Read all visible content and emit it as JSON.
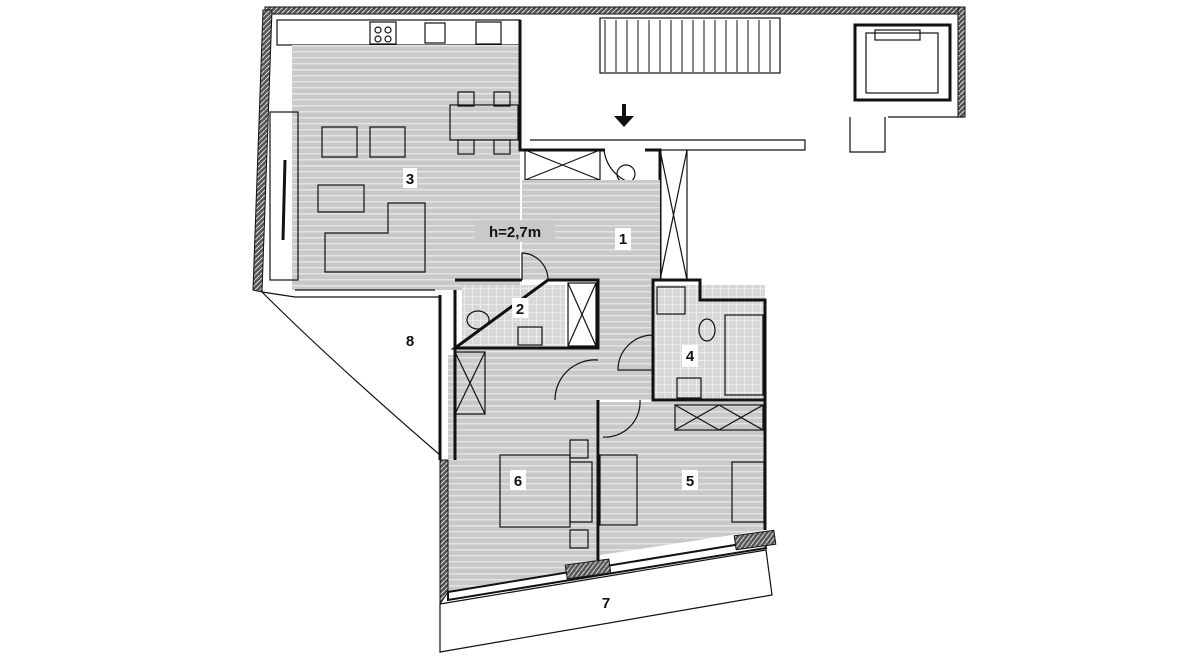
{
  "plan": {
    "ceiling_height": "h=2,7m",
    "rooms": [
      {
        "id": "1",
        "label": "1"
      },
      {
        "id": "2",
        "label": "2"
      },
      {
        "id": "3",
        "label": "3"
      },
      {
        "id": "4",
        "label": "4"
      },
      {
        "id": "5",
        "label": "5"
      },
      {
        "id": "6",
        "label": "6"
      },
      {
        "id": "7",
        "label": "7"
      },
      {
        "id": "8",
        "label": "8"
      }
    ],
    "colors": {
      "floor": "#c9c9c9",
      "floor_stripe": "#e2e2e2",
      "tile": "#d4d4d4",
      "wall": "#111111"
    }
  }
}
